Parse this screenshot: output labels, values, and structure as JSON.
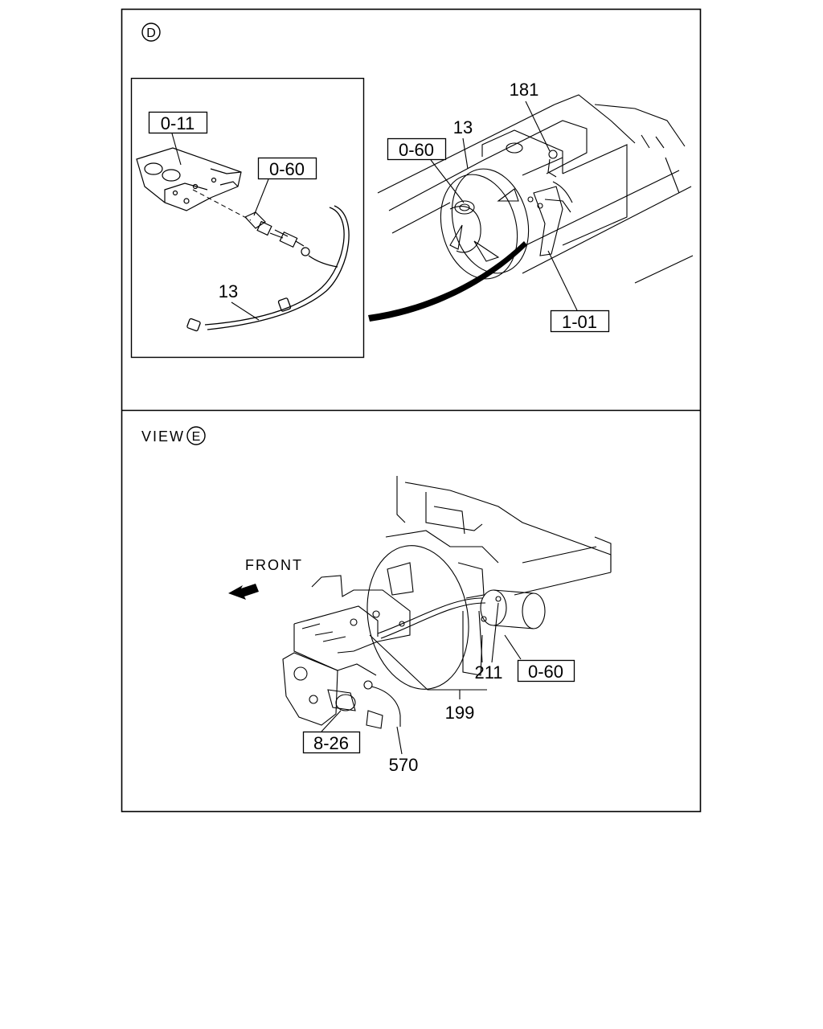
{
  "panel_d": {
    "marker": "D",
    "labels": {
      "a": "0-11",
      "b": "0-60",
      "c": "13",
      "d": "181",
      "e": "13",
      "f": "0-60",
      "g": "1-01"
    }
  },
  "panel_e": {
    "view_text": "VIEW",
    "marker": "E",
    "front_text": "FRONT",
    "labels": {
      "a": "211",
      "b": "0-60",
      "c": "199",
      "d": "8-26",
      "e": "570"
    }
  }
}
